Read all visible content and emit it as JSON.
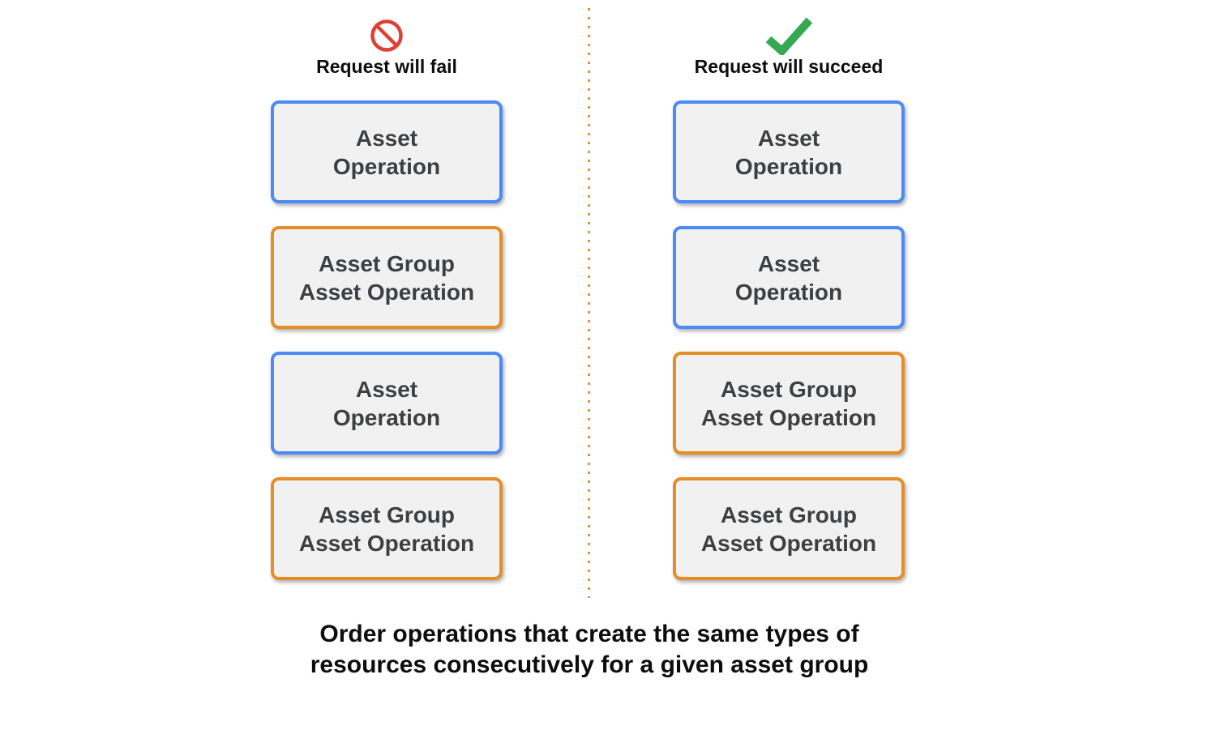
{
  "colors": {
    "blue_border": "#4C8BF5",
    "orange_border": "#E68E26",
    "red_icon": "#DF4034",
    "green_icon": "#34A853",
    "box_fill": "#F1F1F1",
    "box_text": "#3C4043",
    "heading_text": "#0D0D0D",
    "divider_orange": "#E8912C"
  },
  "columns": [
    {
      "id": "fail",
      "icon": "no-entry-icon",
      "heading": "Request will fail",
      "boxes": [
        {
          "color": "blue",
          "lines": [
            "Asset",
            "Operation"
          ]
        },
        {
          "color": "orange",
          "lines": [
            "Asset Group",
            "Asset Operation"
          ]
        },
        {
          "color": "blue",
          "lines": [
            "Asset",
            "Operation"
          ]
        },
        {
          "color": "orange",
          "lines": [
            "Asset Group",
            "Asset Operation"
          ]
        }
      ]
    },
    {
      "id": "succeed",
      "icon": "checkmark-icon",
      "heading": "Request will succeed",
      "boxes": [
        {
          "color": "blue",
          "lines": [
            "Asset",
            "Operation"
          ]
        },
        {
          "color": "blue",
          "lines": [
            "Asset",
            "Operation"
          ]
        },
        {
          "color": "orange",
          "lines": [
            "Asset Group",
            "Asset Operation"
          ]
        },
        {
          "color": "orange",
          "lines": [
            "Asset Group",
            "Asset Operation"
          ]
        }
      ]
    }
  ],
  "caption": {
    "line1": "Order operations that create the same types of",
    "line2": "resources consecutively for a given asset group"
  }
}
